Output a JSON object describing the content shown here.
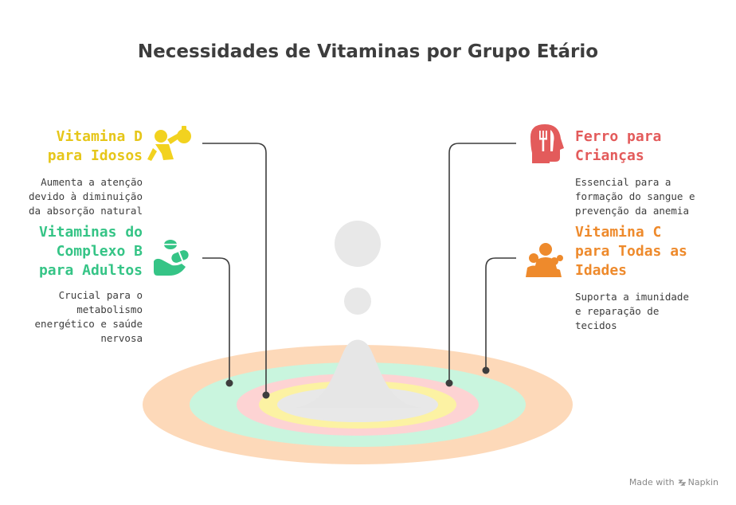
{
  "title": "Necessidades de Vitaminas por Grupo Etário",
  "items": [
    {
      "id": "vitamina-d",
      "heading": "Vitamina D\npara Idosos",
      "description": "Aumenta a atenção\ndevido à diminuição\nda absorção natural",
      "color": "#e6c619",
      "icon": "elderly-person-icon"
    },
    {
      "id": "complexo-b",
      "heading": "Vitaminas do\nComplexo B\npara Adultos",
      "description": "Crucial para o\nmetabolismo\nenergético e saúde\nnervosa",
      "color": "#35c486",
      "icon": "hand-pill-icon"
    },
    {
      "id": "ferro",
      "heading": "Ferro para\nCrianças",
      "description": "Essencial para a\nformação do sangue e\nprevenção da anemia",
      "color": "#e35b5b",
      "icon": "head-fork-knife-icon"
    },
    {
      "id": "vitamina-c",
      "heading": "Vitamina C\npara Todas as\nIdades",
      "description": "Suporta a imunidade\ne reparação de\ntecidos",
      "color": "#ee8a2c",
      "icon": "family-icon"
    }
  ],
  "rings": {
    "outer": "#fdd9b9",
    "second": "#c9f5de",
    "third": "#fdd3d3",
    "fourth": "#fcf2a3",
    "center": "#e8e8e8"
  },
  "footer": {
    "made_with": "Made with",
    "brand": "Napkin"
  }
}
